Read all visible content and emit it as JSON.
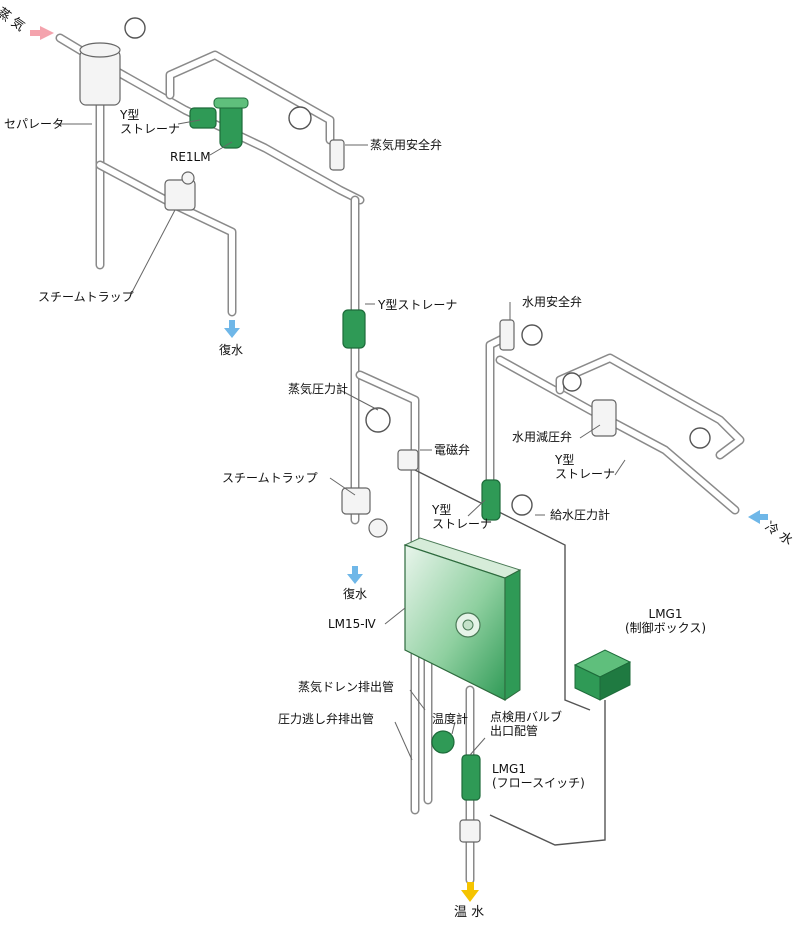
{
  "labels": {
    "steam_in": "蒸 気",
    "cold_water_in": "冷 水",
    "separator": "セパレータ",
    "y_strainer_top": "Y型\nストレーナ",
    "re1lm": "RE1LM",
    "steam_safety_valve": "蒸気用安全弁",
    "steam_trap_top": "スチームトラップ",
    "return_water_left": "復水",
    "y_strainer_mid": "Y型ストレーナ",
    "water_safety_valve": "水用安全弁",
    "steam_pressure_gauge": "蒸気圧力計",
    "water_reducing_valve": "水用減圧弁",
    "y_strainer_right": "Y型\nストレーナ",
    "solenoid_valve": "電磁弁",
    "steam_trap_mid": "スチームトラップ",
    "y_strainer_small": "Y型\nストレーナ",
    "feed_pressure_gauge": "給水圧力計",
    "return_water_mid": "復水",
    "lm15": "LM15-Ⅳ",
    "lmg1_box": "LMG1\n(制御ボックス)",
    "steam_drain_pipe": "蒸気ドレン排出管",
    "relief_valve_pipe": "圧力逃し弁排出管",
    "thermometer": "温度計",
    "inspection_valve": "点検用バルブ\n出口配管",
    "lmg1_flow": "LMG1\n(フロースイッチ)",
    "hot_water_out": "温 水"
  },
  "colors": {
    "steam_arrow": "#f4a3ad",
    "water_arrow": "#6fb7e8",
    "hot_arrow": "#f5c400",
    "equipment_green": "#2f9a56",
    "pipe": "#8a8a8a"
  }
}
